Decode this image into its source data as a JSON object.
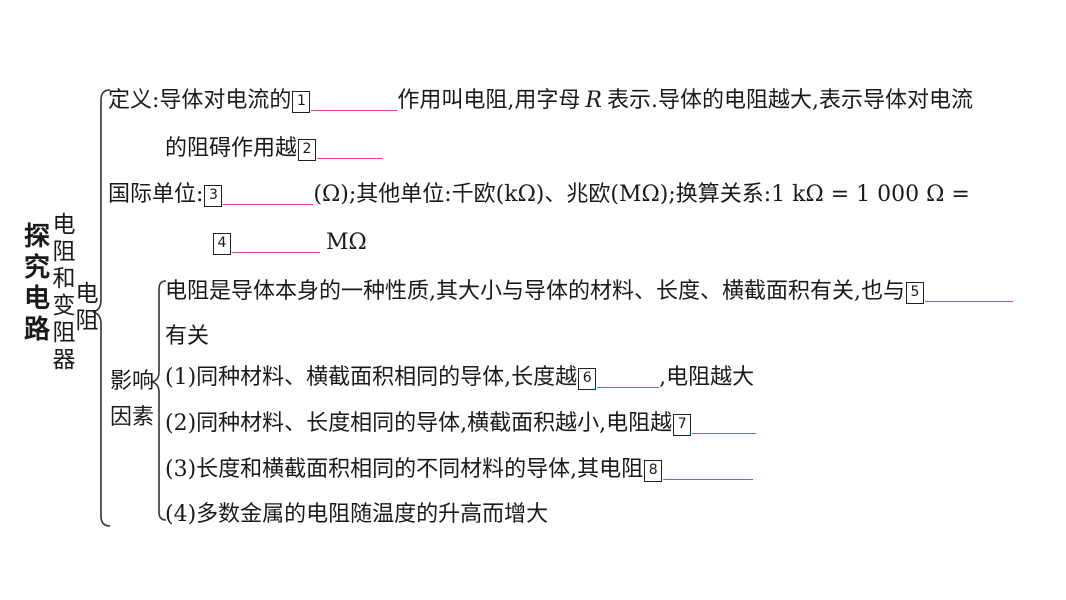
{
  "main_title": [
    "探",
    "究",
    "电",
    "路"
  ],
  "subtopic_title": [
    "电",
    "阻",
    "和",
    "变",
    "阻",
    "器"
  ],
  "resistance_label": [
    "电",
    "阻"
  ],
  "influence_label": [
    "影响",
    "因素"
  ],
  "lines": {
    "def1_pre": "定义:导体对电流的",
    "def1_post": "作用叫电阻,用字母",
    "def1_R": "R",
    "def1_tail": "表示.导体的电阻越大,表示导体对电流",
    "def2_pre": "的阻碍作用越",
    "unit1_pre": "国际单位:",
    "unit1_post": "(Ω);其他单位:千欧(kΩ)、兆欧(MΩ);换算关系:1 kΩ = 1 000 Ω =",
    "unit2_post": "MΩ",
    "prop1_pre": "电阻是导体本身的一种性质,其大小与导体的材料、长度、横截面积有关,也与",
    "prop2": "有关",
    "f1_pre": "(1)同种材料、横截面积相同的导体,长度越",
    "f1_post": ",电阻越大",
    "f2_pre": "(2)同种材料、长度相同的导体,横截面积越小,电阻越",
    "f3_pre": "(3)长度和横截面积相同的不同材料的导体,其电阻",
    "f4": "(4)多数金属的电阻随温度的升高而增大"
  },
  "blank_numbers": [
    "1",
    "2",
    "3",
    "4",
    "5",
    "6",
    "7",
    "8"
  ],
  "colors": {
    "blank_underline": "#e0398f",
    "text": "#1a1a1a"
  }
}
